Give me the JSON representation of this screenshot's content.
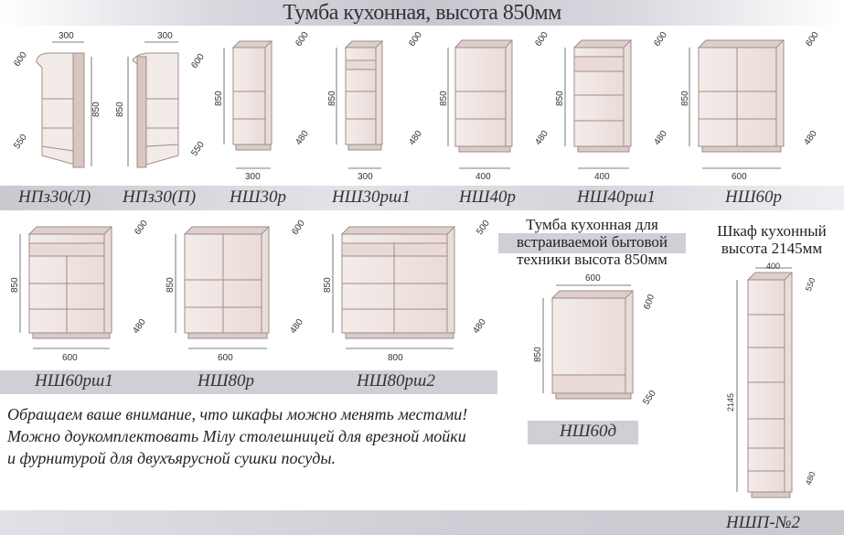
{
  "title": "Тумба кухонная, высота 850мм",
  "section_builtin": [
    "Тумба кухонная для",
    "встраиваемой бытовой",
    "техники высота 850мм"
  ],
  "section_tall": [
    "Шкаф кухонный",
    "высота 2145мм"
  ],
  "notice": [
    "Обращаем ваше внимание, что шкафы можно менять местами!",
    "Можно доукомплектовать Мілу столешницей для врезной мойки",
    "и фурнитурой для двухъярусной сушки посуды."
  ],
  "products": {
    "npz30l": {
      "name": "НПз30(Л)",
      "w": "300",
      "d1": "600",
      "d2": "550",
      "h": "850"
    },
    "npz30p": {
      "name": "НПз30(П)",
      "w": "300",
      "d1": "600",
      "d2": "550",
      "h": "850"
    },
    "nsh30r": {
      "name": "НШ30р",
      "w": "300",
      "d1": "600",
      "d2": "480",
      "h": "850"
    },
    "nsh30rsh1": {
      "name": "НШ30рш1",
      "w": "300",
      "d1": "600",
      "d2": "480",
      "h": "850"
    },
    "nsh40r": {
      "name": "НШ40р",
      "w": "400",
      "d1": "600",
      "d2": "480",
      "h": "850"
    },
    "nsh40rsh1": {
      "name": "НШ40рш1",
      "w": "400",
      "d1": "600",
      "d2": "480",
      "h": "850"
    },
    "nsh60r": {
      "name": "НШ60р",
      "w": "600",
      "d1": "600",
      "d2": "480",
      "h": "850"
    },
    "nsh60rsh1": {
      "name": "НШ60рш1",
      "w": "600",
      "d1": "600",
      "d2": "480",
      "h": "850"
    },
    "nsh80r": {
      "name": "НШ80р",
      "w": "600",
      "d1": "600",
      "d2": "480",
      "h": "850"
    },
    "nsh80rsh2": {
      "name": "НШ80рш2",
      "w": "800",
      "d1": "500",
      "d2": "480",
      "h": "850"
    },
    "nsh60d": {
      "name": "НШ60д",
      "w": "600",
      "d1": "600",
      "d2": "550",
      "h": "850"
    },
    "nshp2": {
      "name": "НШП-№2",
      "w": "400",
      "d1": "550",
      "d2": "480",
      "h": "2145"
    }
  },
  "colors": {
    "band": "#cfcfd6",
    "cabinet_fill": "#f1e7e4",
    "cabinet_stroke": "#a08c88"
  }
}
